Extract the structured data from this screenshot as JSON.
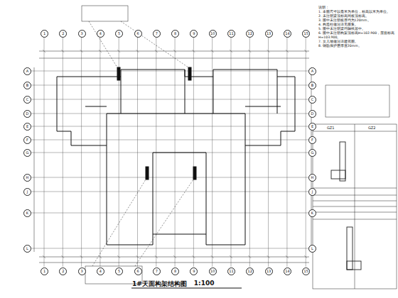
{
  "diagram": {
    "title": "1#天面构架结构图",
    "labels": [
      "1:100",
      "说明：",
      "1. 本图尺寸以毫米为单位，标高以米为单位。",
      "2. 未注明梁顶标高同板顶标高。",
      "3. 图中未注明板厚均为120mm。",
      "4. 构造柱做法详见图集。",
      "5. 图中未注明梁均轴线居中。",
      "6. 图中未注明构架顶标高H=102.900，屋面标高H=103.900。",
      "7. 女儿墙做法详建筑图。",
      "8. 钢筋保护层厚度20mm。",
      "A",
      "B",
      "C",
      "D",
      "E",
      "F",
      "G",
      "H",
      "J",
      "K",
      "L",
      "A",
      "B",
      "C",
      "D",
      "E",
      "F",
      "G",
      "H",
      "J",
      "K",
      "L",
      "1",
      "2",
      "3",
      "4",
      "5",
      "6",
      "7",
      "8",
      "9",
      "10",
      "11",
      "12",
      "13",
      "14",
      "15",
      "1",
      "2",
      "3",
      "4",
      "5",
      "6",
      "7",
      "8",
      "9",
      "10",
      "11",
      "12",
      "13",
      "14",
      "15",
      "GZ1",
      "GZ2"
    ]
  }
}
